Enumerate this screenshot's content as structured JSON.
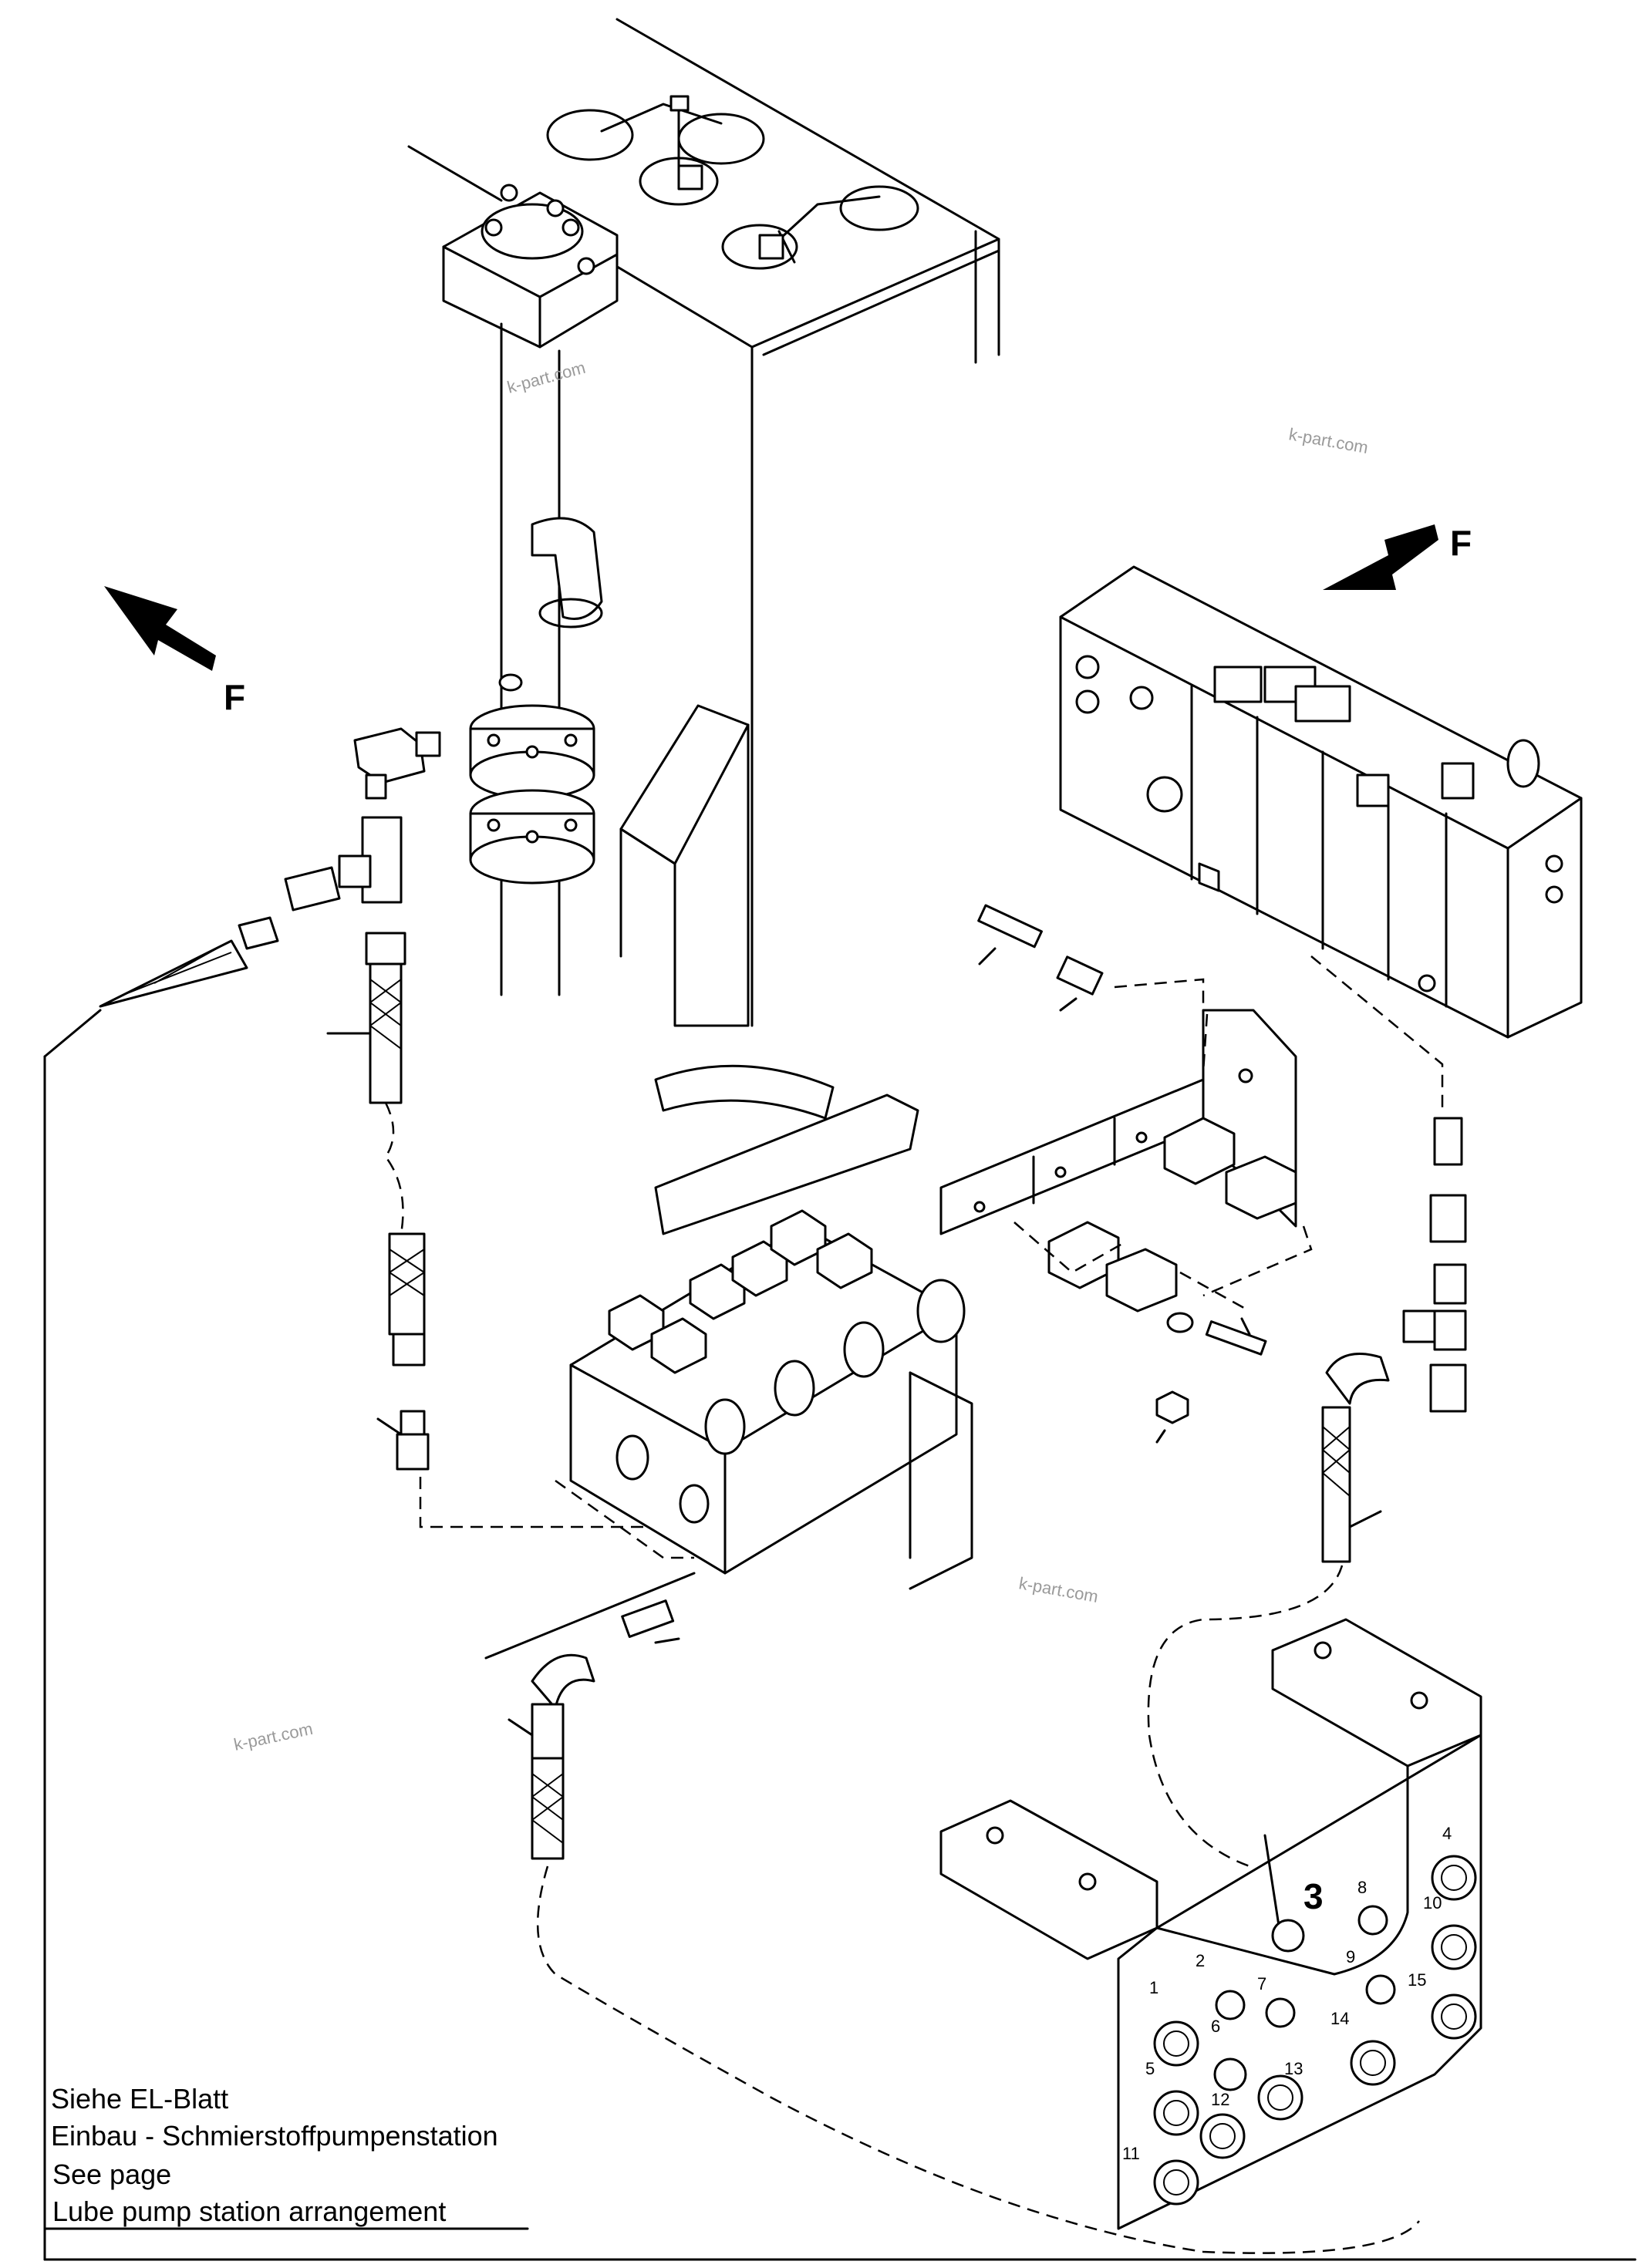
{
  "watermark": "k-part.com",
  "direction_markers": [
    "F",
    "F"
  ],
  "note": {
    "line1": "Siehe EL-Blatt",
    "line2": "Einbau - Schmierstoffpumpenstation",
    "line3": "See page",
    "line4": "Lube pump station arrangement"
  },
  "manifold": {
    "label": "3",
    "ports": [
      "1",
      "2",
      "4",
      "5",
      "6",
      "7",
      "8",
      "9",
      "10",
      "11",
      "12",
      "13",
      "14",
      "15"
    ]
  }
}
